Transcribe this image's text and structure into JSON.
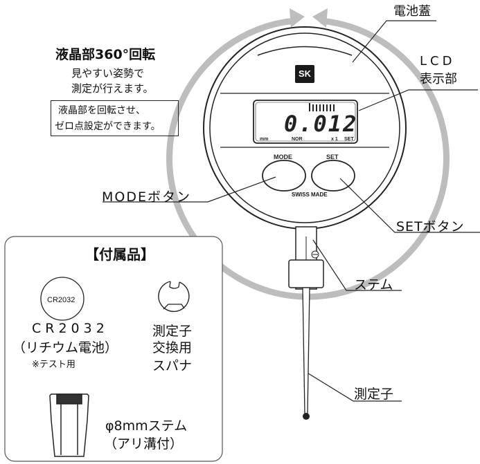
{
  "callouts": {
    "battery_cover": "電池蓋",
    "lcd_line1": "LCD",
    "lcd_line2": "表示部",
    "mode_button": "MODEボタン",
    "set_button": "SETボタン",
    "stem": "ステム",
    "contact_point": "測定子"
  },
  "feature": {
    "headline": "液晶部360°回転",
    "line1": "見やすい姿勢で",
    "line2": "測定が行えます。",
    "note_line1": "液晶部を回転させ、",
    "note_line2": "ゼロ点設定ができます。"
  },
  "gauge": {
    "logo": "SK",
    "reading": "0.012",
    "unit": "mm",
    "mode_indicator": "NOR",
    "resolution": "x 1",
    "set_indicator": "SET",
    "mode_button_label": "MODE",
    "set_button_label": "SET",
    "swiss_made": "SWISS MADE"
  },
  "accessories": {
    "title": "【付属品】",
    "battery_label": "CR2032",
    "battery_line1": "CR2032",
    "battery_line2": "（リチウム電池）",
    "battery_note": "※テスト用",
    "spanner_line1": "測定子",
    "spanner_line2": "交換用",
    "spanner_line3": "スパナ",
    "stem_line1": "φ8mmステム",
    "stem_line2": "（アリ溝付）"
  }
}
